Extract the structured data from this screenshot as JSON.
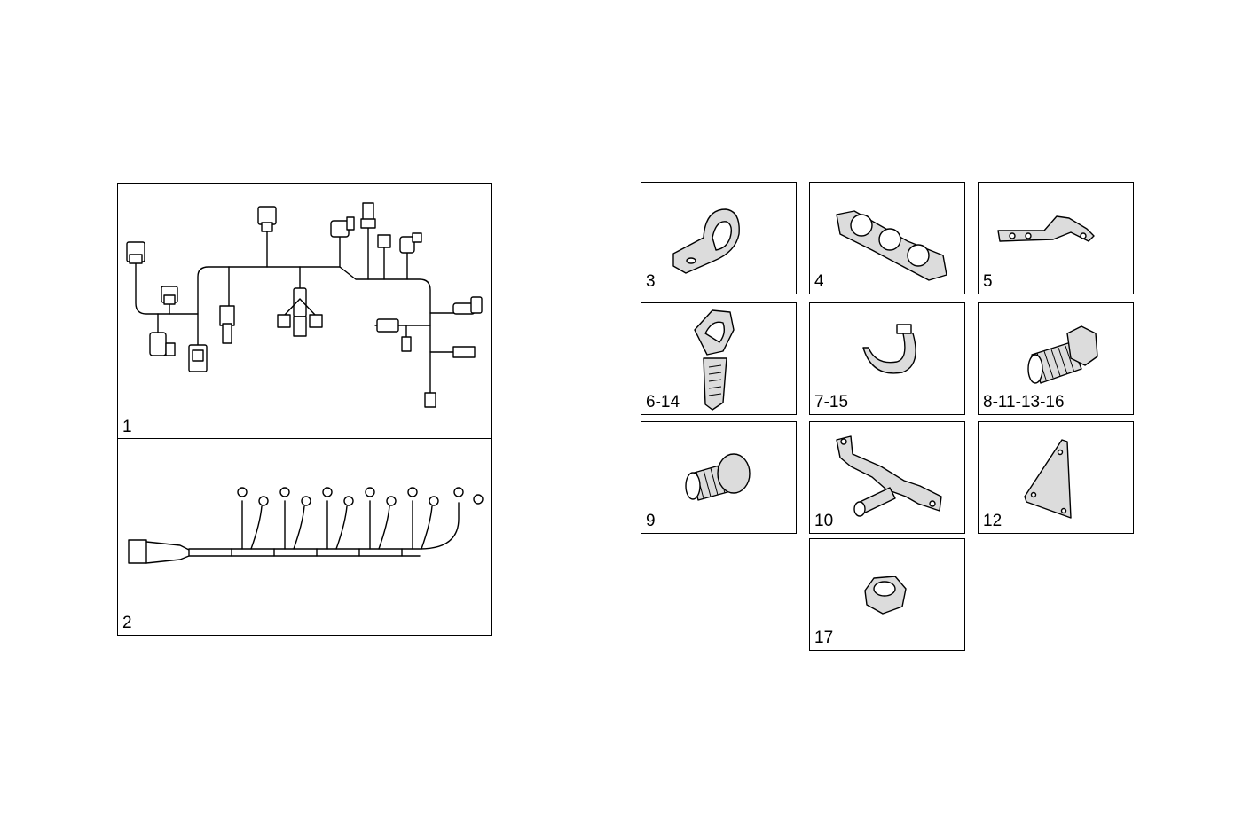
{
  "panels": [
    {
      "id": "p1",
      "label": "1",
      "icon": "wiring-harness-main"
    },
    {
      "id": "p2",
      "label": "2",
      "icon": "wiring-harness-injector"
    },
    {
      "id": "p3",
      "label": "3",
      "icon": "p-clamp"
    },
    {
      "id": "p4",
      "label": "4",
      "icon": "triple-pipe-clip"
    },
    {
      "id": "p5",
      "label": "5",
      "icon": "bent-bracket"
    },
    {
      "id": "p6",
      "label": "6-14",
      "icon": "cable-tie-clip"
    },
    {
      "id": "p7",
      "label": "7-15",
      "icon": "cable-tie"
    },
    {
      "id": "p8",
      "label": "8-11-13-16",
      "icon": "hex-bolt"
    },
    {
      "id": "p9",
      "label": "9",
      "icon": "flange-bolt"
    },
    {
      "id": "p10",
      "label": "10",
      "icon": "stud-bracket"
    },
    {
      "id": "p12",
      "label": "12",
      "icon": "triangular-plate"
    },
    {
      "id": "p17",
      "label": "17",
      "icon": "hex-nut"
    }
  ]
}
